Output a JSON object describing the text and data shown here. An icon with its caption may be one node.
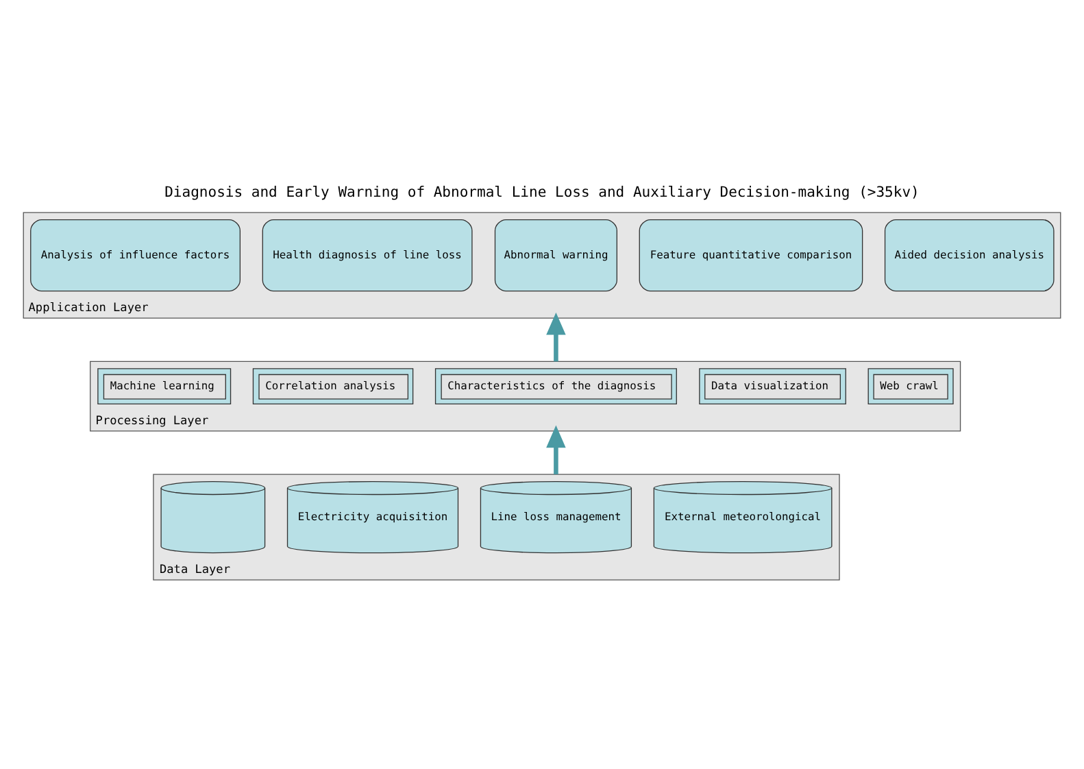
{
  "diagram": {
    "title": "Diagnosis and Early Warning of Abnormal Line Loss and Auxiliary Decision-making (>35kv)",
    "nodes": [
      {
        "text": [
          "Application Layer"
        ]
      },
      {
        "text": [
          "Analysis of influence factors"
        ],
        "in": 0
      },
      {
        "text": [
          "Health diagnosis of line loss"
        ],
        "in": 0
      },
      {
        "text": [
          "Abnormal warning"
        ],
        "in": 0
      },
      {
        "text": [
          "Feature quantitative comparison"
        ],
        "in": 0
      },
      {
        "text": [
          "Aided decision analysis"
        ],
        "in": 0
      },
      {
        "text": [
          "Processing Layer"
        ]
      },
      {
        "text": [
          "Machine learning"
        ],
        "in": 6
      },
      {
        "text": [
          "Correlation analysis"
        ],
        "in": 6
      },
      {
        "text": [
          "Characteristics of the diagnosis"
        ],
        "in": 6
      },
      {
        "text": [
          "Data visualization"
        ],
        "in": 6
      },
      {
        "text": [
          "Web crawl"
        ],
        "in": 6
      },
      {
        "text": [
          "Data Layer"
        ]
      },
      {
        "text": [],
        "shape": "cylinder",
        "in": 12
      },
      {
        "text": [
          "Electricity acquisition"
        ],
        "in": 12
      },
      {
        "text": [
          "Line loss management"
        ],
        "in": 12
      },
      {
        "text": [
          "External meteorolongical"
        ],
        "in": 12
      }
    ],
    "edges": [
      {
        "from": 12,
        "to": 6,
        "arrow": "to"
      },
      {
        "from": 6,
        "to": 0,
        "arrow": "to"
      }
    ]
  }
}
